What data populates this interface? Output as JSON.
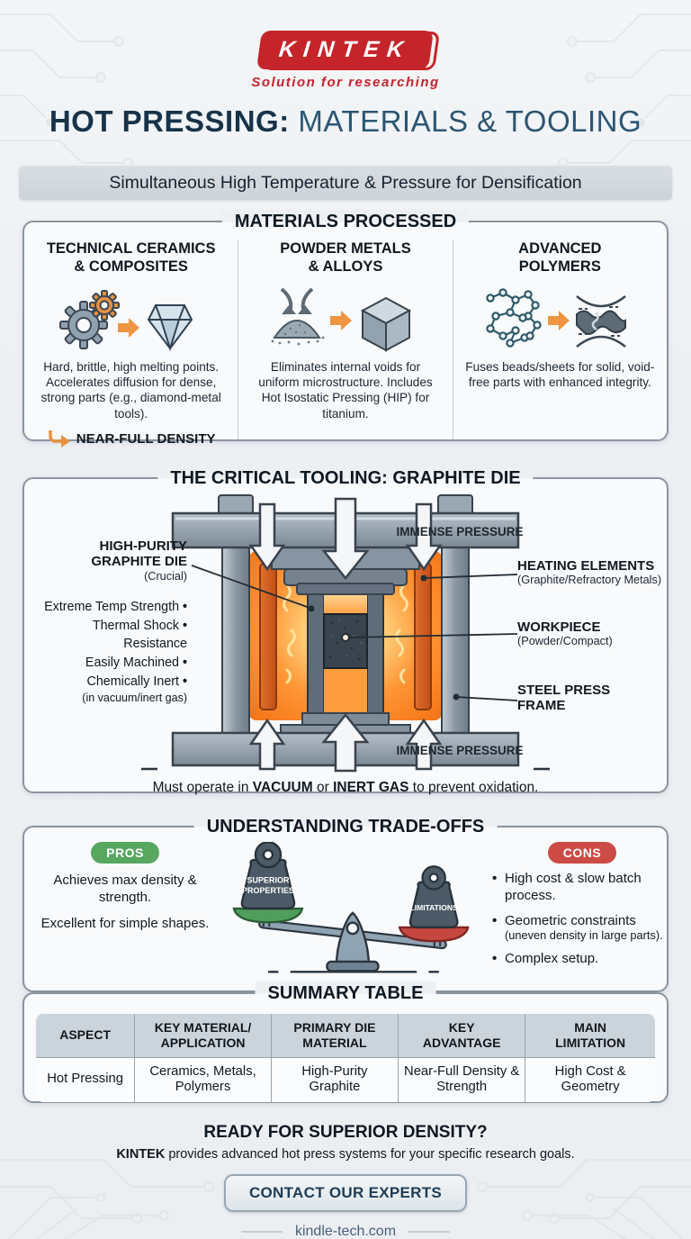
{
  "colors": {
    "brand_red": "#c5242b",
    "navy": "#1d3c55",
    "orange": "#ef9440",
    "pros_green": "#57a75f",
    "cons_red": "#cc4b45"
  },
  "brand": {
    "logo_text": "KINTEK",
    "tagline": "Solution for researching"
  },
  "header": {
    "title_strong": "HOT PRESSING:",
    "title_rest": " MATERIALS & TOOLING",
    "banner": "Simultaneous High Temperature & Pressure for Densification"
  },
  "materials": {
    "section_title": "MATERIALS PROCESSED",
    "columns": [
      {
        "title1": "TECHNICAL CERAMICS",
        "title2": "& COMPOSITES",
        "desc": "Hard, brittle, high melting points. Accelerates diffusion for dense, strong parts (e.g., diamond-metal tools).",
        "callout": "NEAR-FULL DENSITY"
      },
      {
        "title1": "POWDER METALS",
        "title2": "& ALLOYS",
        "desc": "Eliminates internal voids for uniform microstructure. Includes Hot Isostatic Pressing (HIP) for titanium."
      },
      {
        "title1": "ADVANCED",
        "title2": "POLYMERS",
        "desc": "Fuses beads/sheets for solid, void-free parts with enhanced integrity."
      }
    ]
  },
  "tooling": {
    "section_title": "THE CRITICAL TOOLING: GRAPHITE DIE",
    "pressure_label": "IMMENSE PRESSURE",
    "die_label": {
      "line1": "HIGH-PURITY",
      "line2": "GRAPHITE DIE",
      "sub": "(Crucial)"
    },
    "features": [
      "Extreme Temp Strength",
      "Thermal Shock",
      "Resistance",
      "Easily Machined",
      "Chemically Inert",
      "(in vacuum/inert gas)"
    ],
    "right_labels": [
      {
        "title": "HEATING ELEMENTS",
        "sub": "(Graphite/Refractory Metals)"
      },
      {
        "title": "WORKPIECE",
        "sub": "(Powder/Compact)"
      },
      {
        "title": "STEEL PRESS FRAME",
        "sub": ""
      }
    ],
    "caption": {
      "pre": "Must operate in ",
      "vacuum": "VACUUM",
      "or": " or ",
      "inert": "INERT GAS",
      "post": " to prevent oxidation."
    }
  },
  "tradeoffs": {
    "section_title": "UNDERSTANDING TRADE-OFFS",
    "pros": {
      "badge": "PROS",
      "points": [
        "Achieves max density & strength.",
        "Excellent for simple shapes."
      ]
    },
    "cons": {
      "badge": "CONS",
      "points": [
        {
          "text": "High cost & slow batch process.",
          "note": ""
        },
        {
          "text": "Geometric constraints",
          "note": "(uneven density in large parts)."
        },
        {
          "text": "Complex setup.",
          "note": ""
        }
      ]
    },
    "scale": {
      "left_weight_line1": "SUPERIOR",
      "left_weight_line2": "PROPERTIES",
      "right_weight": "LIMITATIONS"
    }
  },
  "summary": {
    "section_title": "SUMMARY TABLE",
    "headers": [
      {
        "l1": "ASPECT",
        "l2": ""
      },
      {
        "l1": "KEY MATERIAL/",
        "l2": "APPLICATION"
      },
      {
        "l1": "PRIMARY DIE",
        "l2": "MATERIAL"
      },
      {
        "l1": "KEY",
        "l2": "ADVANTAGE"
      },
      {
        "l1": "MAIN",
        "l2": "LIMITATION"
      }
    ],
    "row": [
      "Hot Pressing",
      "Ceramics, Metals, Polymers",
      "High-Purity Graphite",
      "Near-Full Density & Strength",
      "High Cost & Geometry"
    ]
  },
  "footer": {
    "heading": "READY FOR SUPERIOR DENSITY?",
    "brand": "KINTEK",
    "subtext": " provides advanced hot press systems for your specific research goals.",
    "button": "CONTACT OUR EXPERTS",
    "website": "kindle-tech.com"
  }
}
